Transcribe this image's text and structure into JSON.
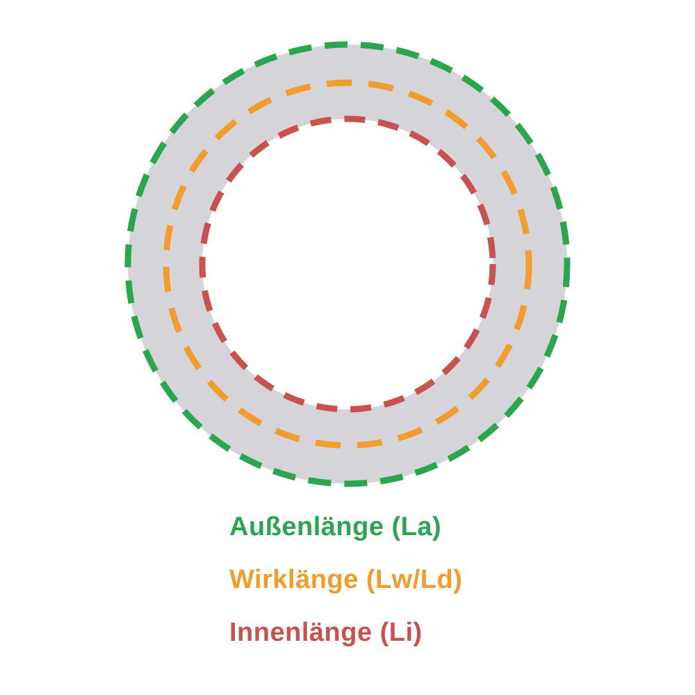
{
  "diagram": {
    "belt_color": "#d5d5d9",
    "rings": [
      {
        "id": "outer",
        "label": "Außenlänge (La)",
        "color": "#2aa64f"
      },
      {
        "id": "effective",
        "label": "Wirklänge (Lw/Ld)",
        "color": "#f29c2e"
      },
      {
        "id": "inner",
        "label": "Innenlänge (Li)",
        "color": "#c9514f"
      }
    ]
  }
}
